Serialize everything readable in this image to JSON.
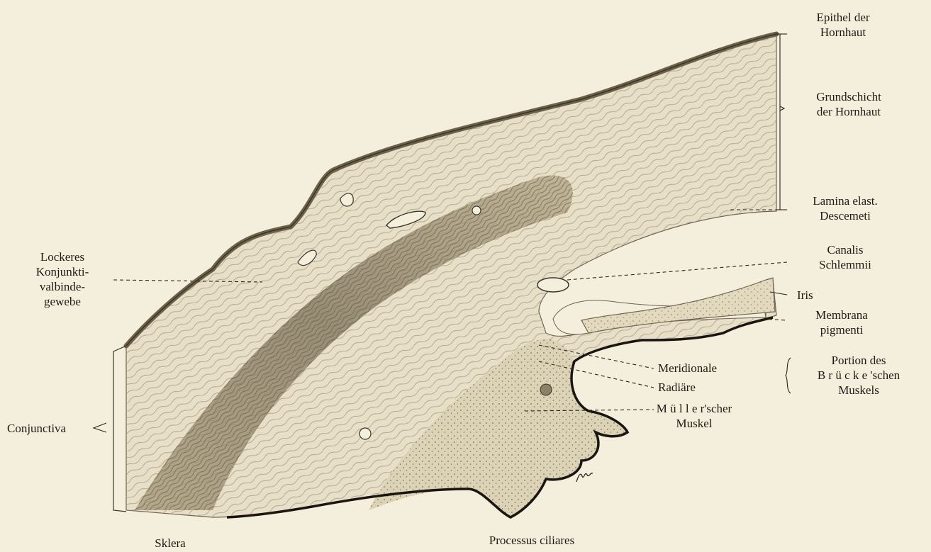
{
  "figure": {
    "labels": {
      "epithel": [
        "Epithel der",
        "Hornhaut"
      ],
      "grundschicht": [
        "Grundschicht",
        "der Hornhaut"
      ],
      "lamina": [
        "Lamina elast.",
        "Descemeti"
      ],
      "canalis": [
        "Canalis",
        "Schlemmii"
      ],
      "iris": [
        "Iris"
      ],
      "membrana": [
        "Membrana",
        "pigmenti"
      ],
      "portion": [
        "Portion des",
        "B r ü c k e 'schen",
        "Muskels"
      ],
      "meridionale": [
        "Meridionale"
      ],
      "radiaere": [
        "Radiäre"
      ],
      "mueller": [
        "M ü l l e r'scher",
        "Muskel"
      ],
      "lockeres": [
        "Lockeres",
        "Konjunkti-",
        "valbinde-",
        "gewebe"
      ],
      "conjunctiva": [
        "Conjunctiva"
      ],
      "sklera": [
        "Sklera"
      ],
      "processus": [
        "Processus ciliares"
      ]
    },
    "colors": {
      "paper": "#f4eedc",
      "ink": "#1f1a14",
      "tissue_light": "#e7dfc8",
      "tissue_mid": "#cdc2a4",
      "tissue_dark": "#8c8068",
      "pigment": "#1a1510"
    }
  }
}
